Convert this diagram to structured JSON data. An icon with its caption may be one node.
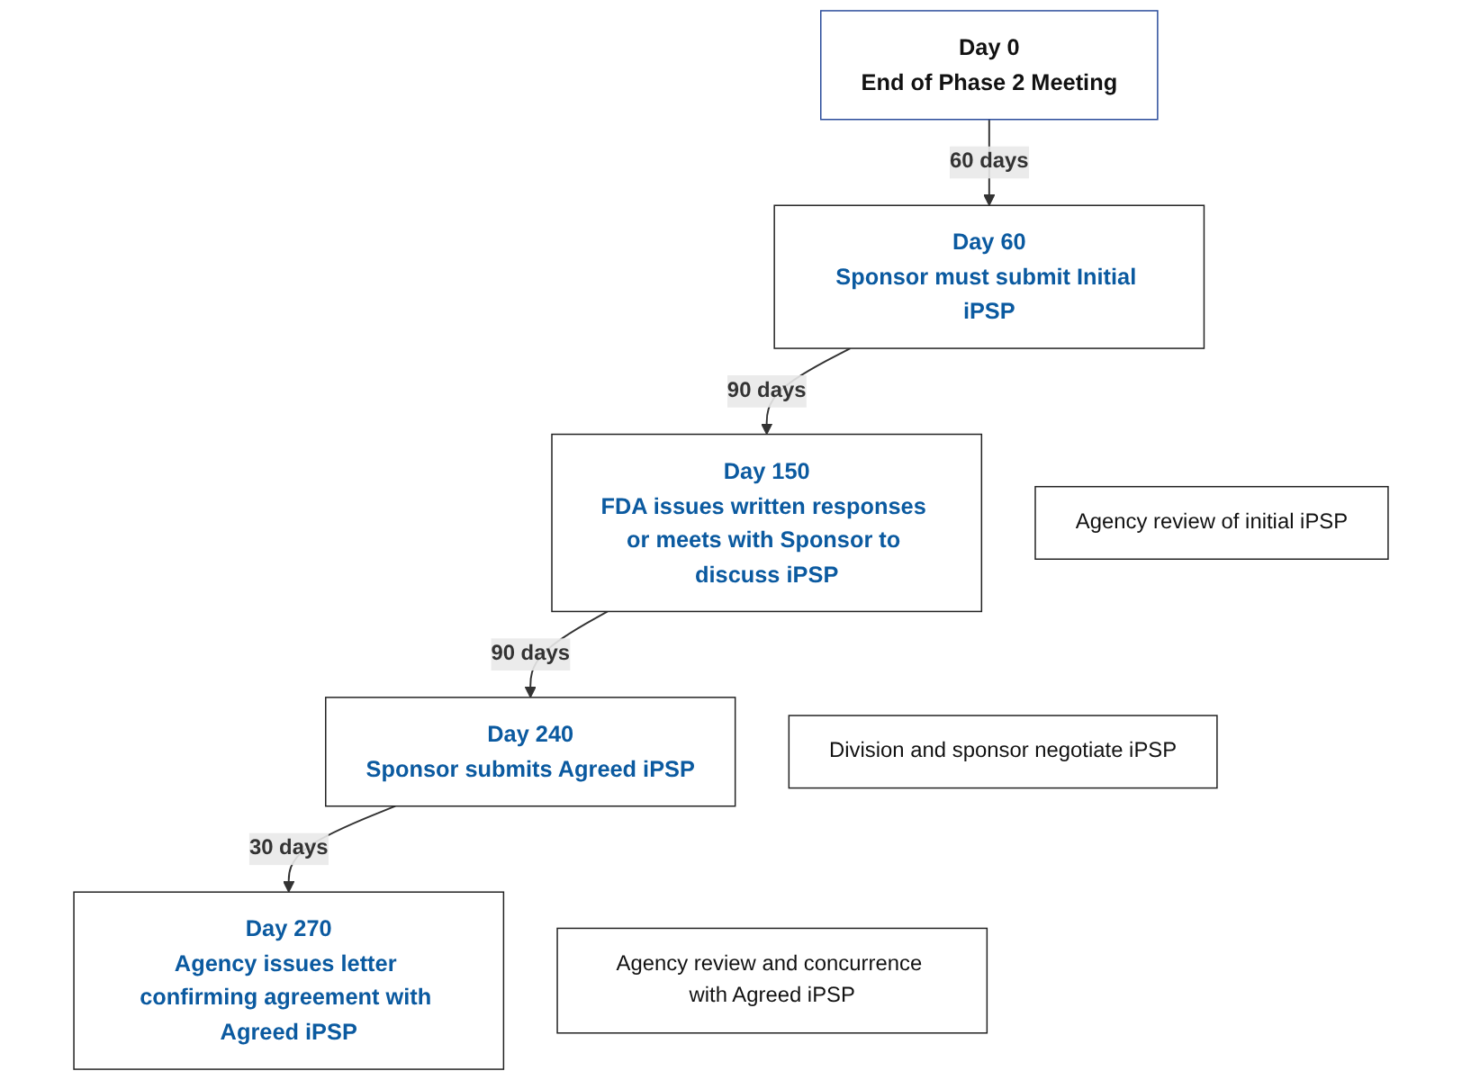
{
  "diagram": {
    "nodes": [
      {
        "text": [
          "Day 0",
          "End of Phase 2 Meeting"
        ]
      },
      {
        "text": [
          "Day 60",
          "Sponsor must submit Initial iPSP"
        ]
      },
      {
        "text": [
          "Day 150",
          "FDA issues written responses or meets with Sponsor to discuss iPSP"
        ]
      },
      {
        "text": [
          "Agency review of initial iPSP"
        ]
      },
      {
        "text": [
          "Day 240",
          "Sponsor submits Agreed iPSP"
        ]
      },
      {
        "text": [
          "Division and sponsor negotiate iPSP"
        ]
      },
      {
        "text": [
          "Day 270",
          "Agency issues letter confirming agreement with Agreed iPSP"
        ]
      },
      {
        "text": [
          "Agency review and concurrence with Agreed iPSP"
        ]
      }
    ],
    "edges": [
      {
        "from": 0,
        "to": 1,
        "label": "60 days",
        "arrow": "to"
      },
      {
        "from": 1,
        "to": 2,
        "label": "90 days",
        "arrow": "to"
      },
      {
        "from": 2,
        "to": 4,
        "label": "90 days",
        "arrow": "to"
      },
      {
        "from": 4,
        "to": 6,
        "label": "30 days",
        "arrow": "to"
      }
    ]
  }
}
